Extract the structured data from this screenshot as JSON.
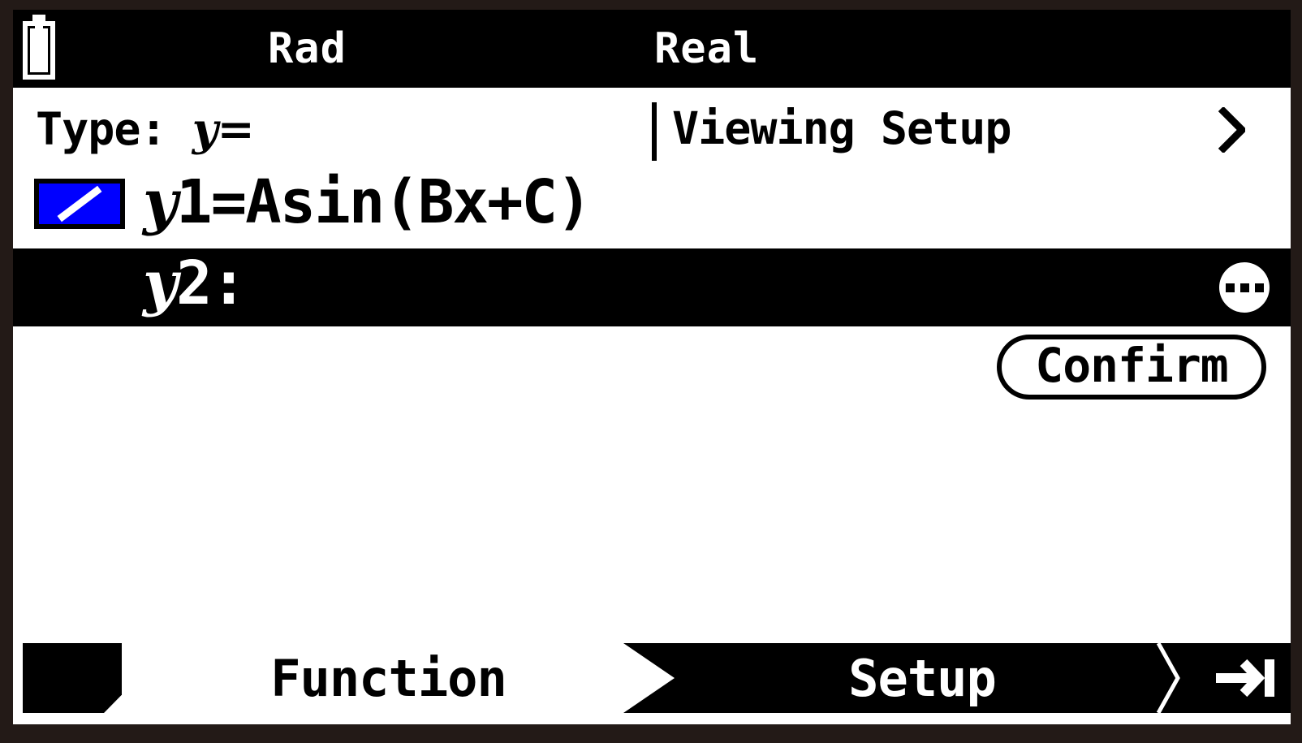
{
  "device": {
    "bezel_color": "#231a17",
    "screen_bg": "#ffffff"
  },
  "status_bar": {
    "battery_icon": "battery-full-icon",
    "angle_mode": "Rad",
    "complex_mode": "Real",
    "background": "#000000",
    "foreground": "#ffffff"
  },
  "header": {
    "type_label": "Type:",
    "type_value": "y=",
    "viewing_setup_label": "Viewing Setup",
    "viewing_setup_chevron": "chevron-right-icon",
    "divider": "vertical-divider"
  },
  "functions": [
    {
      "style_box": {
        "checked": true,
        "color": "#0000ff",
        "line_style": "solid-line"
      },
      "name_prefix": "y",
      "index": "1",
      "separator": "=",
      "expression": "Asin(Bx+C)",
      "full_text": "y1=Asin(Bx+C)",
      "selected": false
    },
    {
      "style_box": {
        "checked": false,
        "color": "#000000",
        "line_style": "none"
      },
      "name_prefix": "y",
      "index": "2",
      "separator": ":",
      "expression": "",
      "full_text": "y2:",
      "selected": true,
      "more_icon": "ellipsis-circle-icon"
    }
  ],
  "confirm": {
    "label": "Confirm"
  },
  "toolbar": {
    "tab_left": "",
    "function_label": "Function",
    "setup_label": "Setup",
    "next_icon": "arrow-to-bar-icon"
  }
}
